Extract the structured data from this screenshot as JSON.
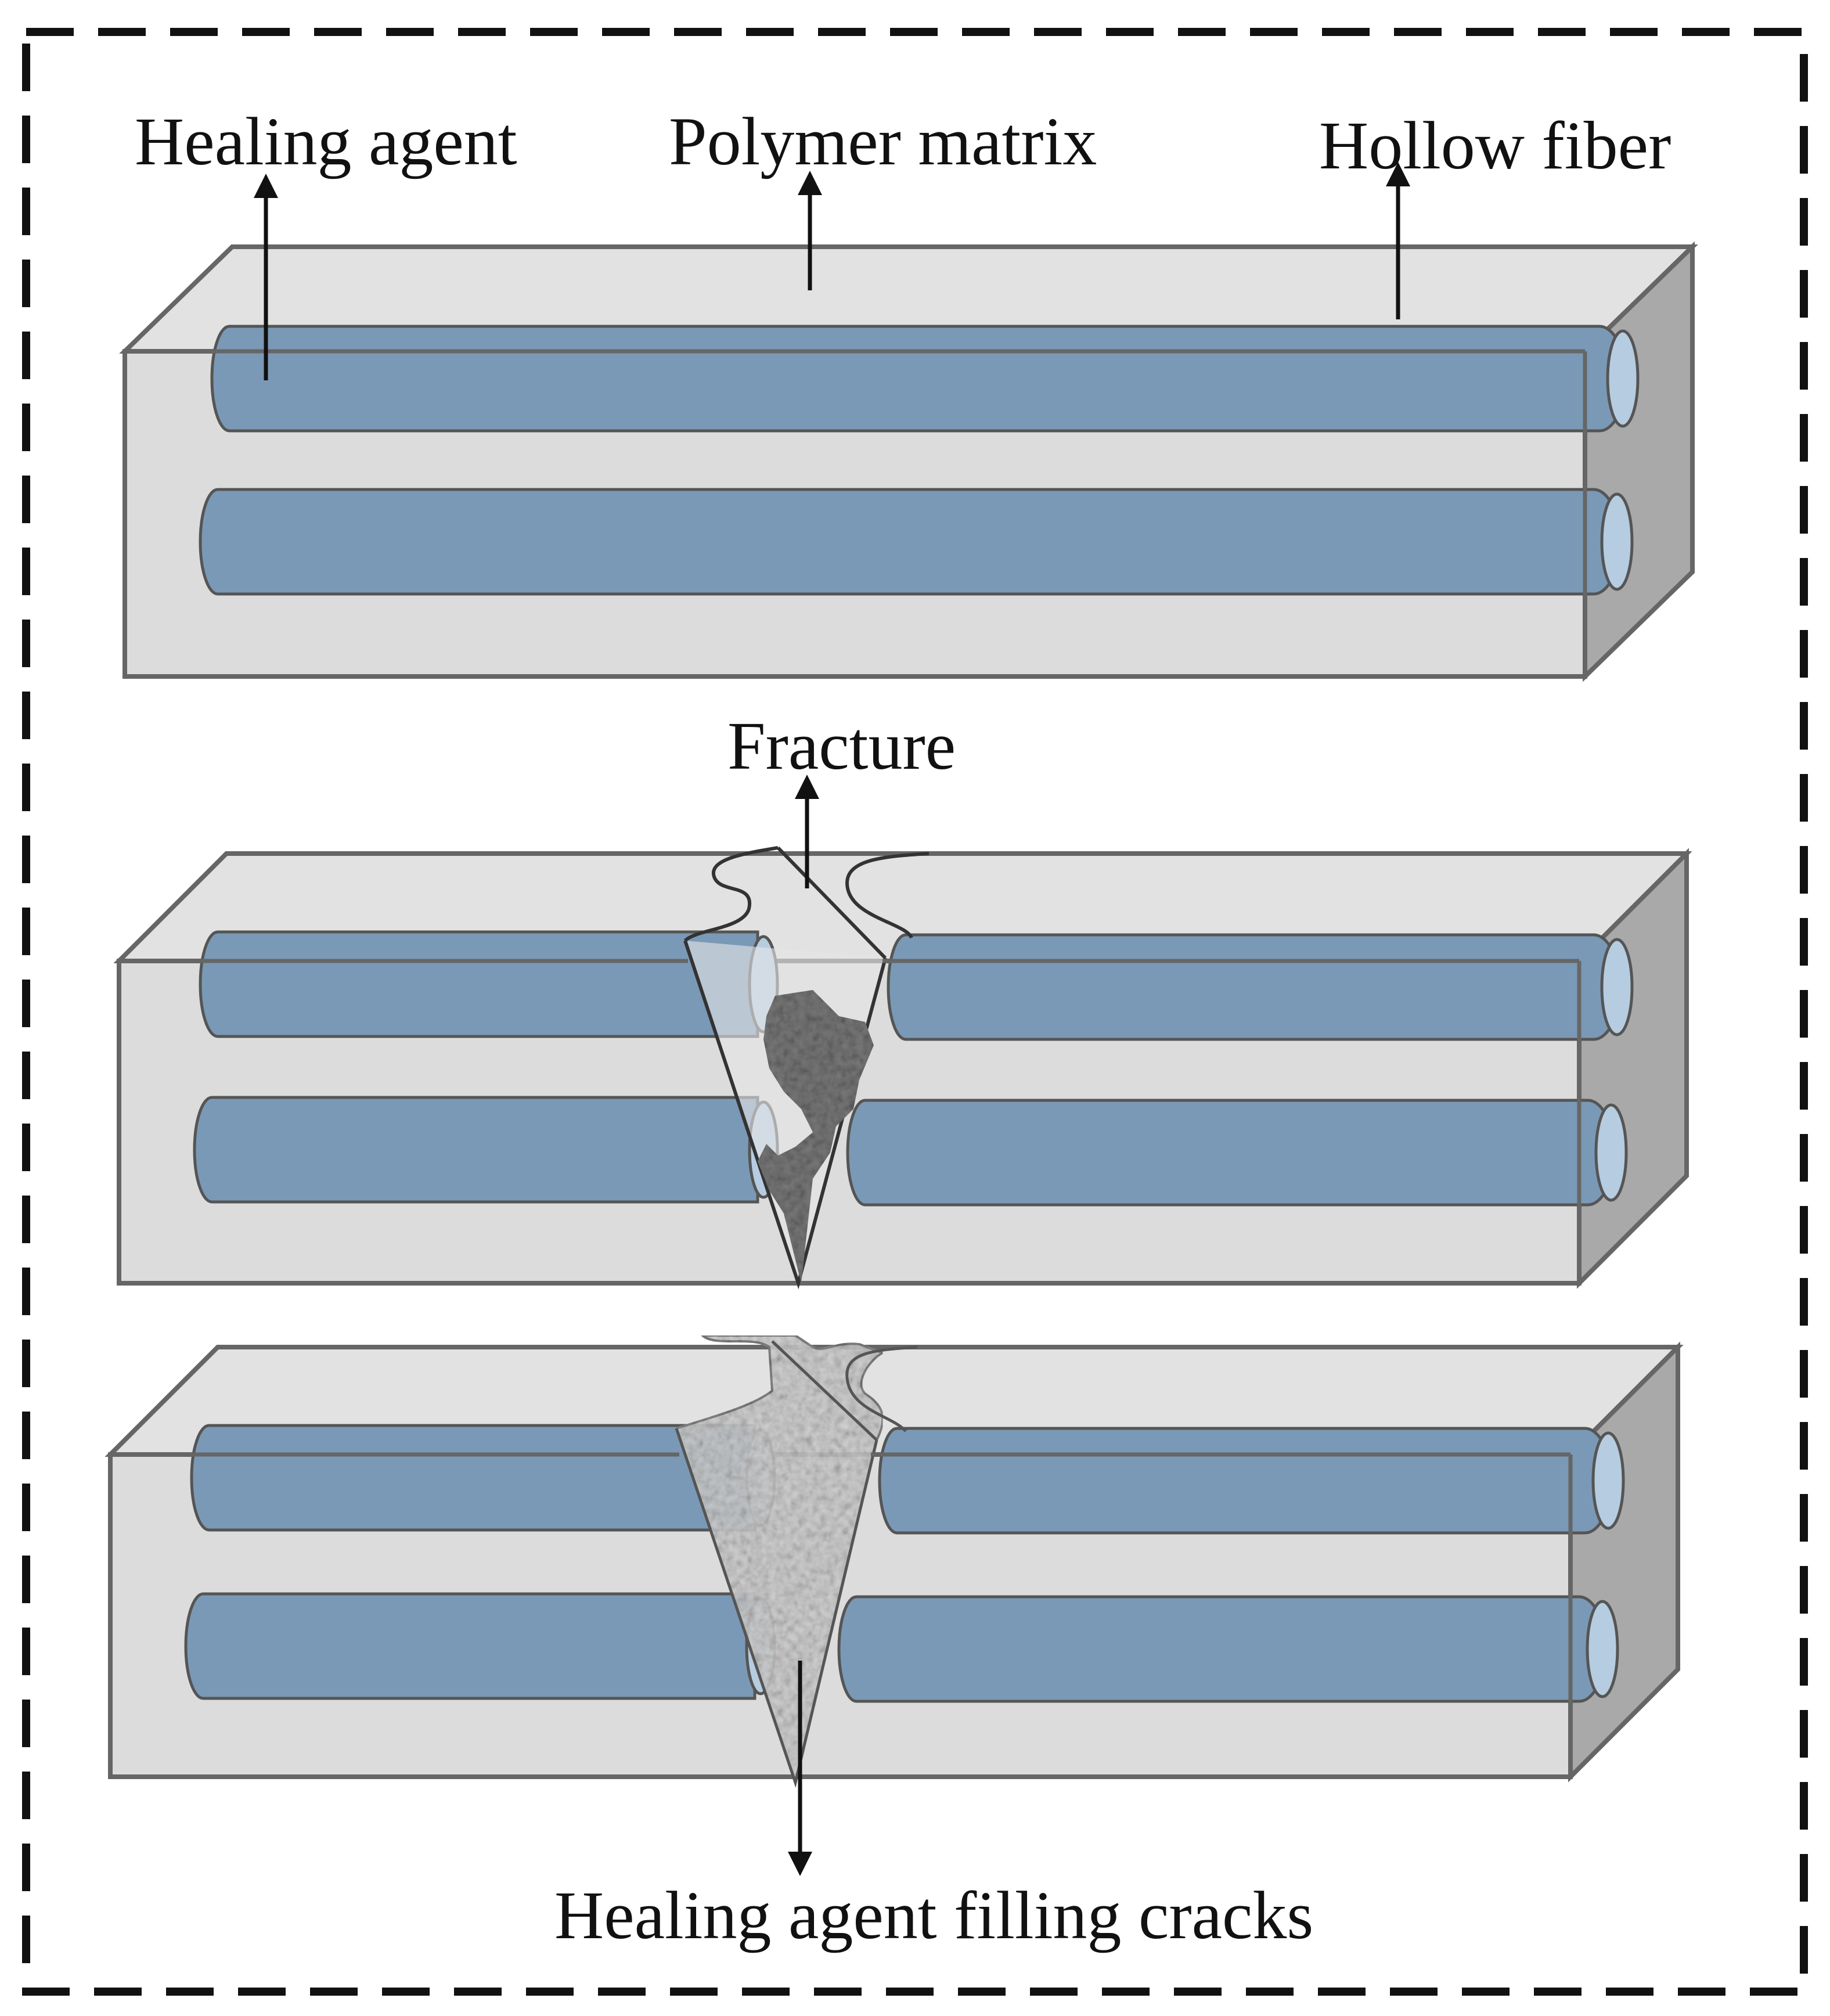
{
  "labels": {
    "healing_agent": "Healing agent",
    "polymer_matrix": "Polymer matrix",
    "hollow_fiber": "Hollow fiber",
    "fracture": "Fracture",
    "healing_filling": "Healing agent filling cracks"
  },
  "colors": {
    "fiber": "#7a99b6",
    "fiber_end": "#b6cce0",
    "matrix_front": "#dcdcdc",
    "matrix_top": "#e2e2e2",
    "matrix_side": "#a9a9a9",
    "edge": "#666666",
    "fracture_fill": "#7a7a7a",
    "healing_fill": "#c8c8c8",
    "border": "#111111"
  }
}
